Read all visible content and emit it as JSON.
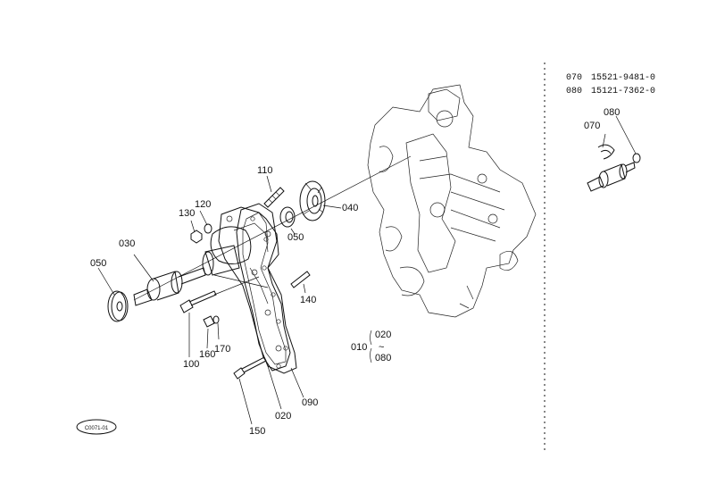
{
  "part_list": [
    {
      "code": "070",
      "part_number": "15521-9481-0"
    },
    {
      "code": "080",
      "part_number": "15121-7362-0"
    }
  ],
  "callouts": {
    "c010": "010",
    "c020": "020",
    "c030": "030",
    "c040": "040",
    "c050a": "050",
    "c050b": "050",
    "c070": "070",
    "c080": "080",
    "c090": "090",
    "c100": "100",
    "c110": "110",
    "c120": "120",
    "c130": "130",
    "c140": "140",
    "c150": "150",
    "c160": "160",
    "c170": "170",
    "assembly_020": "020",
    "assembly_080": "080"
  },
  "figure_code": "C0071-01"
}
